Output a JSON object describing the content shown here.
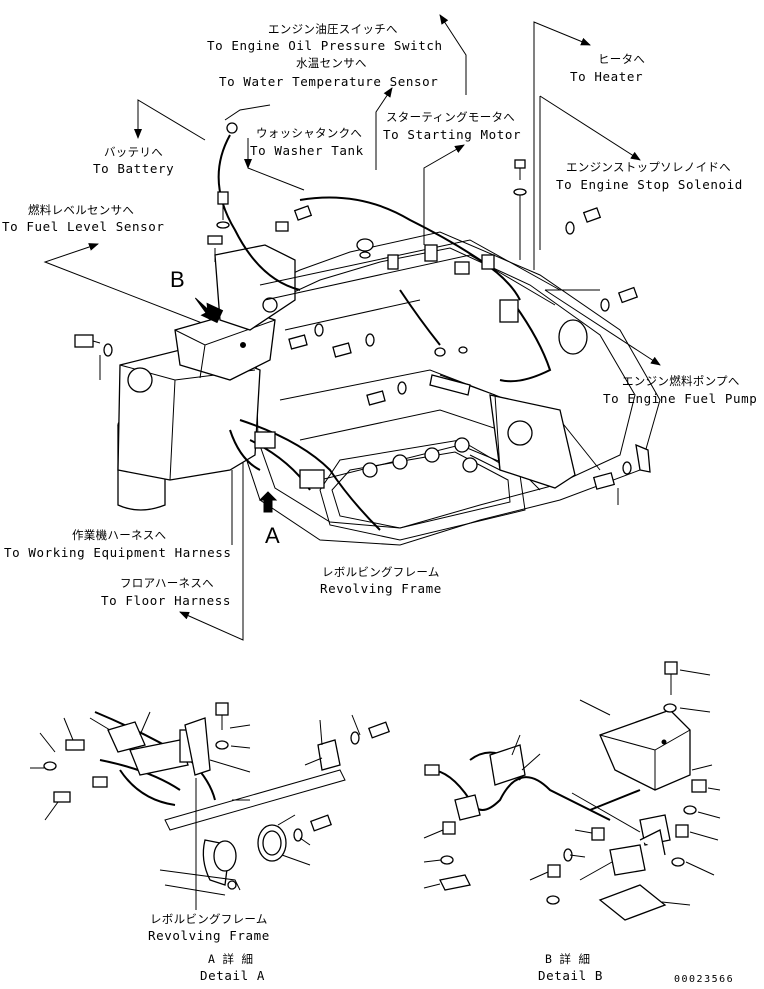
{
  "labels": {
    "oil_pressure_ja": "エンジン油圧スイッチへ",
    "oil_pressure_en": "To Engine Oil Pressure Switch",
    "water_temp_ja": "水温センサへ",
    "water_temp_en": "To Water Temperature Sensor",
    "heater_ja": "ヒータへ",
    "heater_en": "To Heater",
    "washer_ja": "ウォッシャタンクへ",
    "washer_en": "To Washer Tank",
    "starting_ja": "スターティングモータへ",
    "starting_en": "To Starting Motor",
    "battery_ja": "バッテリへ",
    "battery_en": "To Battery",
    "stop_solenoid_ja": "エンジンストップソレノイドへ",
    "stop_solenoid_en": "To Engine Stop Solenoid",
    "fuel_level_ja": "燃料レベルセンサへ",
    "fuel_level_en": "To Fuel Level Sensor",
    "fuel_pump_ja": "エンジン燃料ポンプへ",
    "fuel_pump_en": "To Engine Fuel Pump",
    "working_ja": "作業機ハーネスへ",
    "working_en": "To Working Equipment Harness",
    "floor_ja": "フロアハーネスへ",
    "floor_en": "To Floor Harness",
    "revolving_ja": "レボルビングフレーム",
    "revolving_en": "Revolving Frame",
    "detail_a_rev_ja": "レボルビングフレーム",
    "detail_a_rev_en": "Revolving Frame",
    "detail_a_ja": "A 詳 細",
    "detail_a_en": "Detail A",
    "detail_b_ja": "B 詳 細",
    "detail_b_en": "Detail B",
    "marker_a": "A",
    "marker_b": "B",
    "drawing_number": "00023566"
  }
}
